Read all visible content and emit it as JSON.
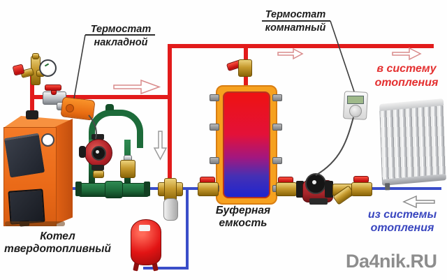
{
  "diagram": {
    "labels": {
      "surface_thermostat": {
        "line1": "Термостат",
        "line2": "накладной"
      },
      "room_thermostat": {
        "line1": "Термостат",
        "line2": "комнатный"
      },
      "to_heating_system": {
        "line1": "в систему",
        "line2": "отопления"
      },
      "from_heating_system": {
        "line1": "из системы",
        "line2": "отопления"
      },
      "boiler": {
        "line1": "Котел",
        "line2": "твердотопливный"
      },
      "buffer_tank": {
        "line1": "Буферная",
        "line2": "емкость"
      },
      "watermark": "Da4nik.RU"
    },
    "colors": {
      "supply_pipe": "#e21b1b",
      "return_pipe": "#3a4ec9",
      "boiler_orange": "#ee6f1e",
      "buffer_border_orange": "#f6a11f",
      "buffer_gradient_top": "#ee1212",
      "buffer_gradient_bottom": "#1f25cf",
      "loop_pipe_green": "#1d6b3a",
      "pump_red": "#b22229",
      "brass": "#c69a2e",
      "label_red": "#e43030",
      "label_blue": "#3946bf",
      "watermark_gray": "#8d8d8d"
    },
    "components": [
      "solid-fuel-boiler",
      "safety-group",
      "pressure-gauge",
      "supply-shutoff-valve",
      "surface-thermostat",
      "boiler-circulation-pump",
      "anti-condensation-loop",
      "return-manifold",
      "three-way-mixing-valve",
      "thermo-actuator",
      "expansion-tank",
      "buffer-tank",
      "buffer-top-valve",
      "room-thermostat",
      "radiator",
      "return-circulation-pump",
      "y-strainer",
      "ball-valves",
      "flow-arrows"
    ]
  }
}
